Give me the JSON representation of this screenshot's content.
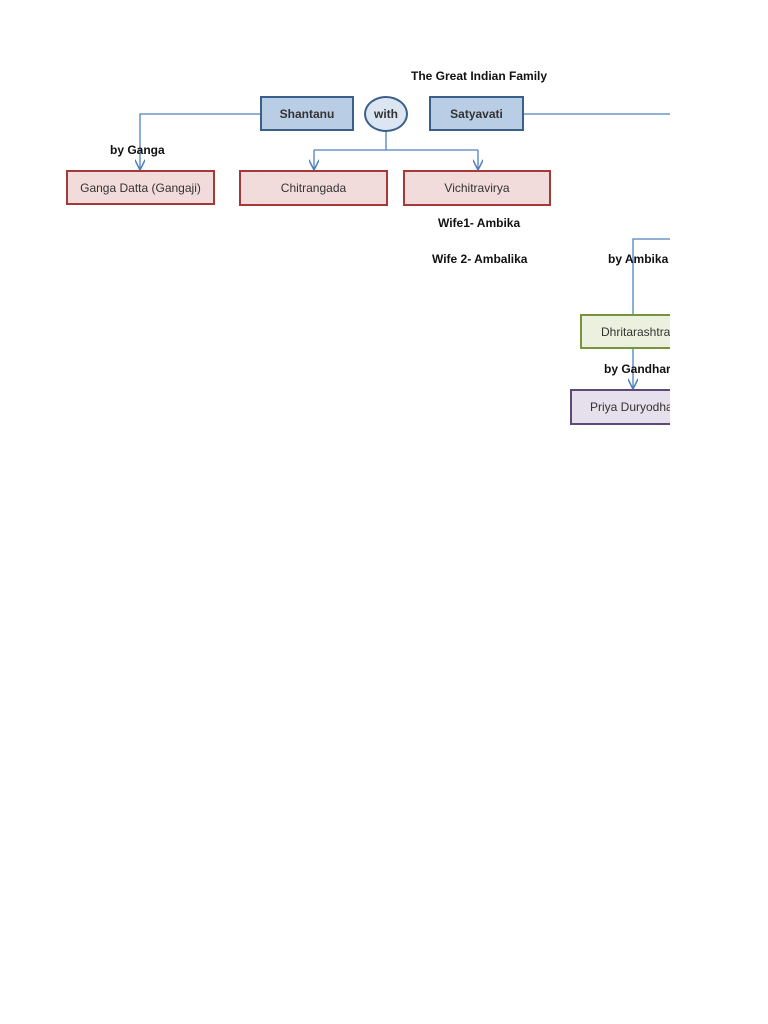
{
  "title": "The Great Indian Family",
  "nodes": {
    "shantanu": "Shantanu",
    "with": "with",
    "satyavati": "Satyavati",
    "ganga_datta": "Ganga Datta (Gangaji)",
    "chitrangada": "Chitrangada",
    "vichitravirya": "Vichitravirya",
    "dhritarashtra": "Dhritarashtra",
    "priya_duryodhana": "Priya Duryodhana"
  },
  "labels": {
    "by_ganga": "by Ganga",
    "wife1": "Wife1- Ambika",
    "wife2": "Wife 2- Ambalika",
    "by_ambika": "by Ambika",
    "by_gandhari": "by Gandhari"
  },
  "colors": {
    "connector": "#4f81bd",
    "blue_fill": "#b9cde5",
    "red_fill": "#f2dcdb",
    "green_fill": "#ebf1de",
    "purple_fill": "#e5e0ec"
  }
}
